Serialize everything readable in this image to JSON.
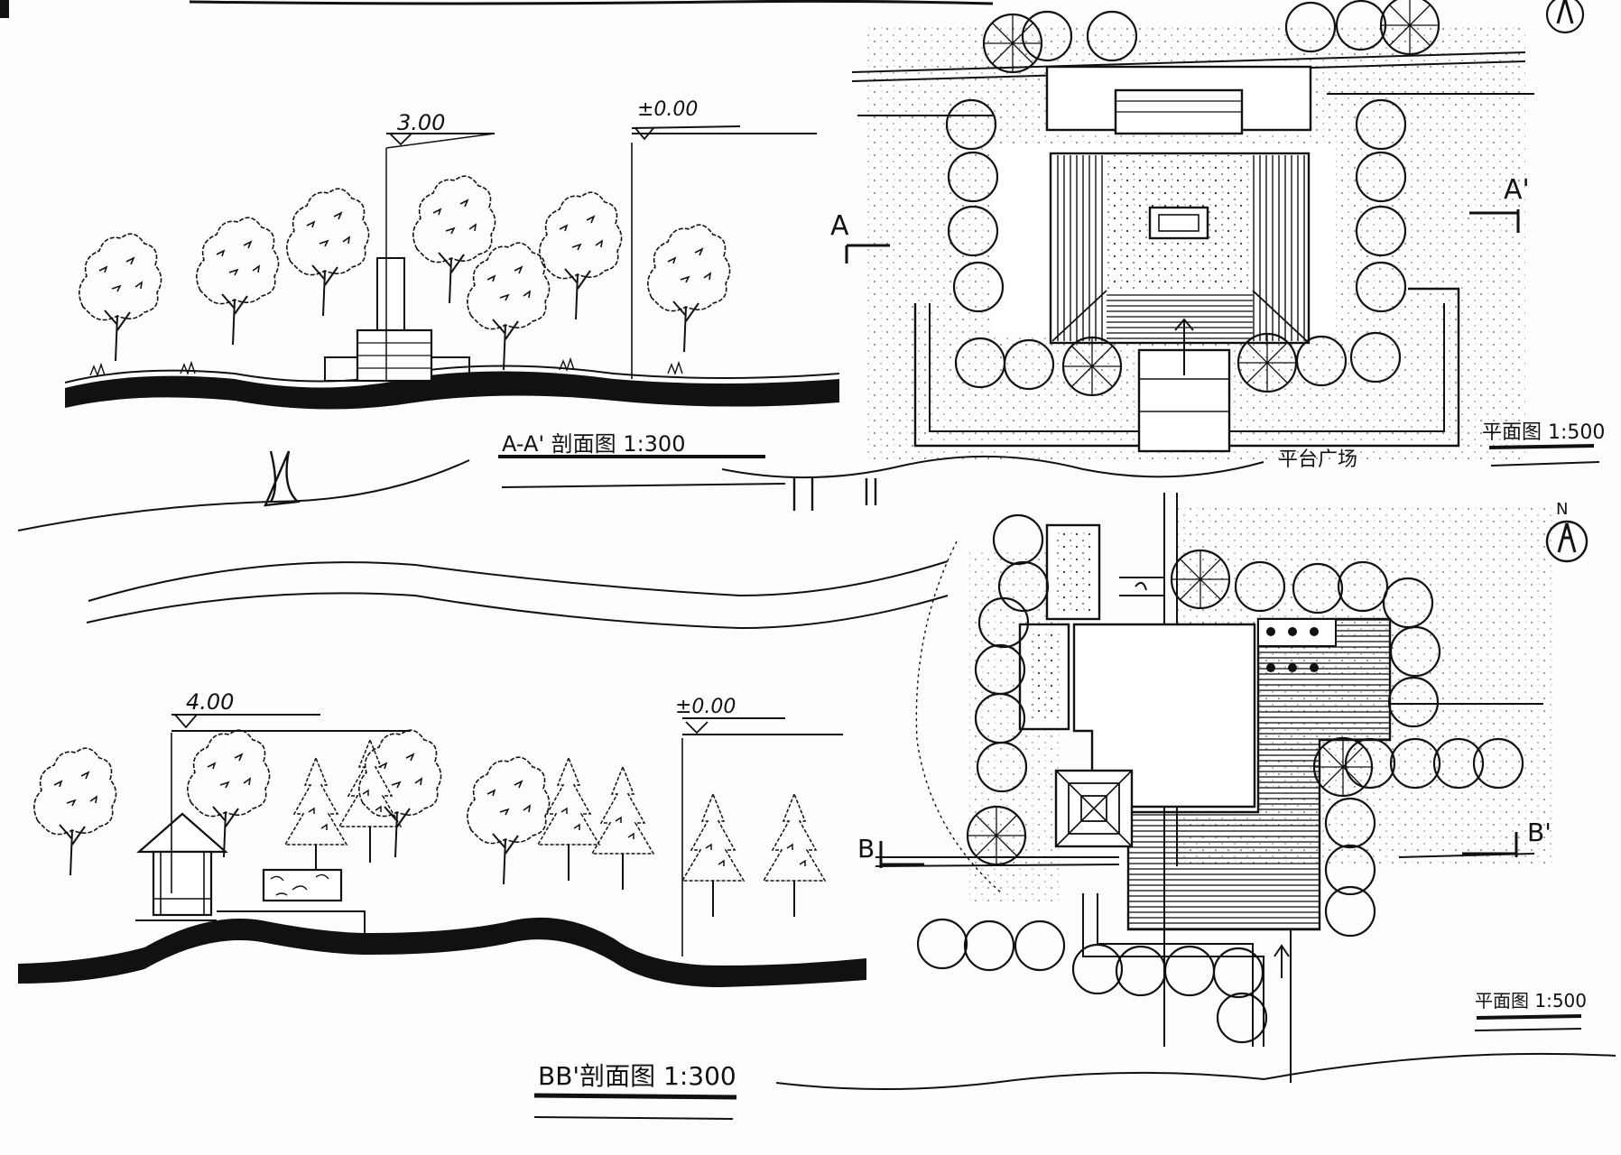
{
  "sections": {
    "a": {
      "title": "A-A' 剖面图 1:300",
      "elev_high": "3.00",
      "elev_zero": "±0.00"
    },
    "b": {
      "title": "BB'剖面图 1:300",
      "elev_high": "4.00",
      "elev_zero": "±0.00"
    }
  },
  "plans": {
    "top": {
      "title": "平面图 1:500",
      "note": "平台广场",
      "cut_start": "A",
      "cut_end": "A'",
      "north": "N"
    },
    "bottom": {
      "title": "平面图 1:500",
      "cut_start": "B",
      "cut_end": "B'",
      "north": "N"
    }
  }
}
